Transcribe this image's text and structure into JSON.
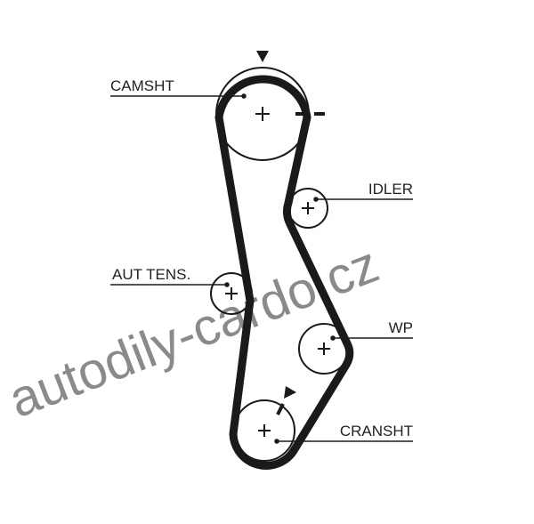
{
  "labels": {
    "camshaft": "CAMSHT",
    "idler": "IDLER",
    "tensioner": "AUT TENS.",
    "water_pump": "WP",
    "crankshaft": "CRANSHT"
  },
  "watermark": "autodily-cardo.cz",
  "colors": {
    "belt": "#1a1a1a",
    "watermark": "#8a8a8a"
  }
}
